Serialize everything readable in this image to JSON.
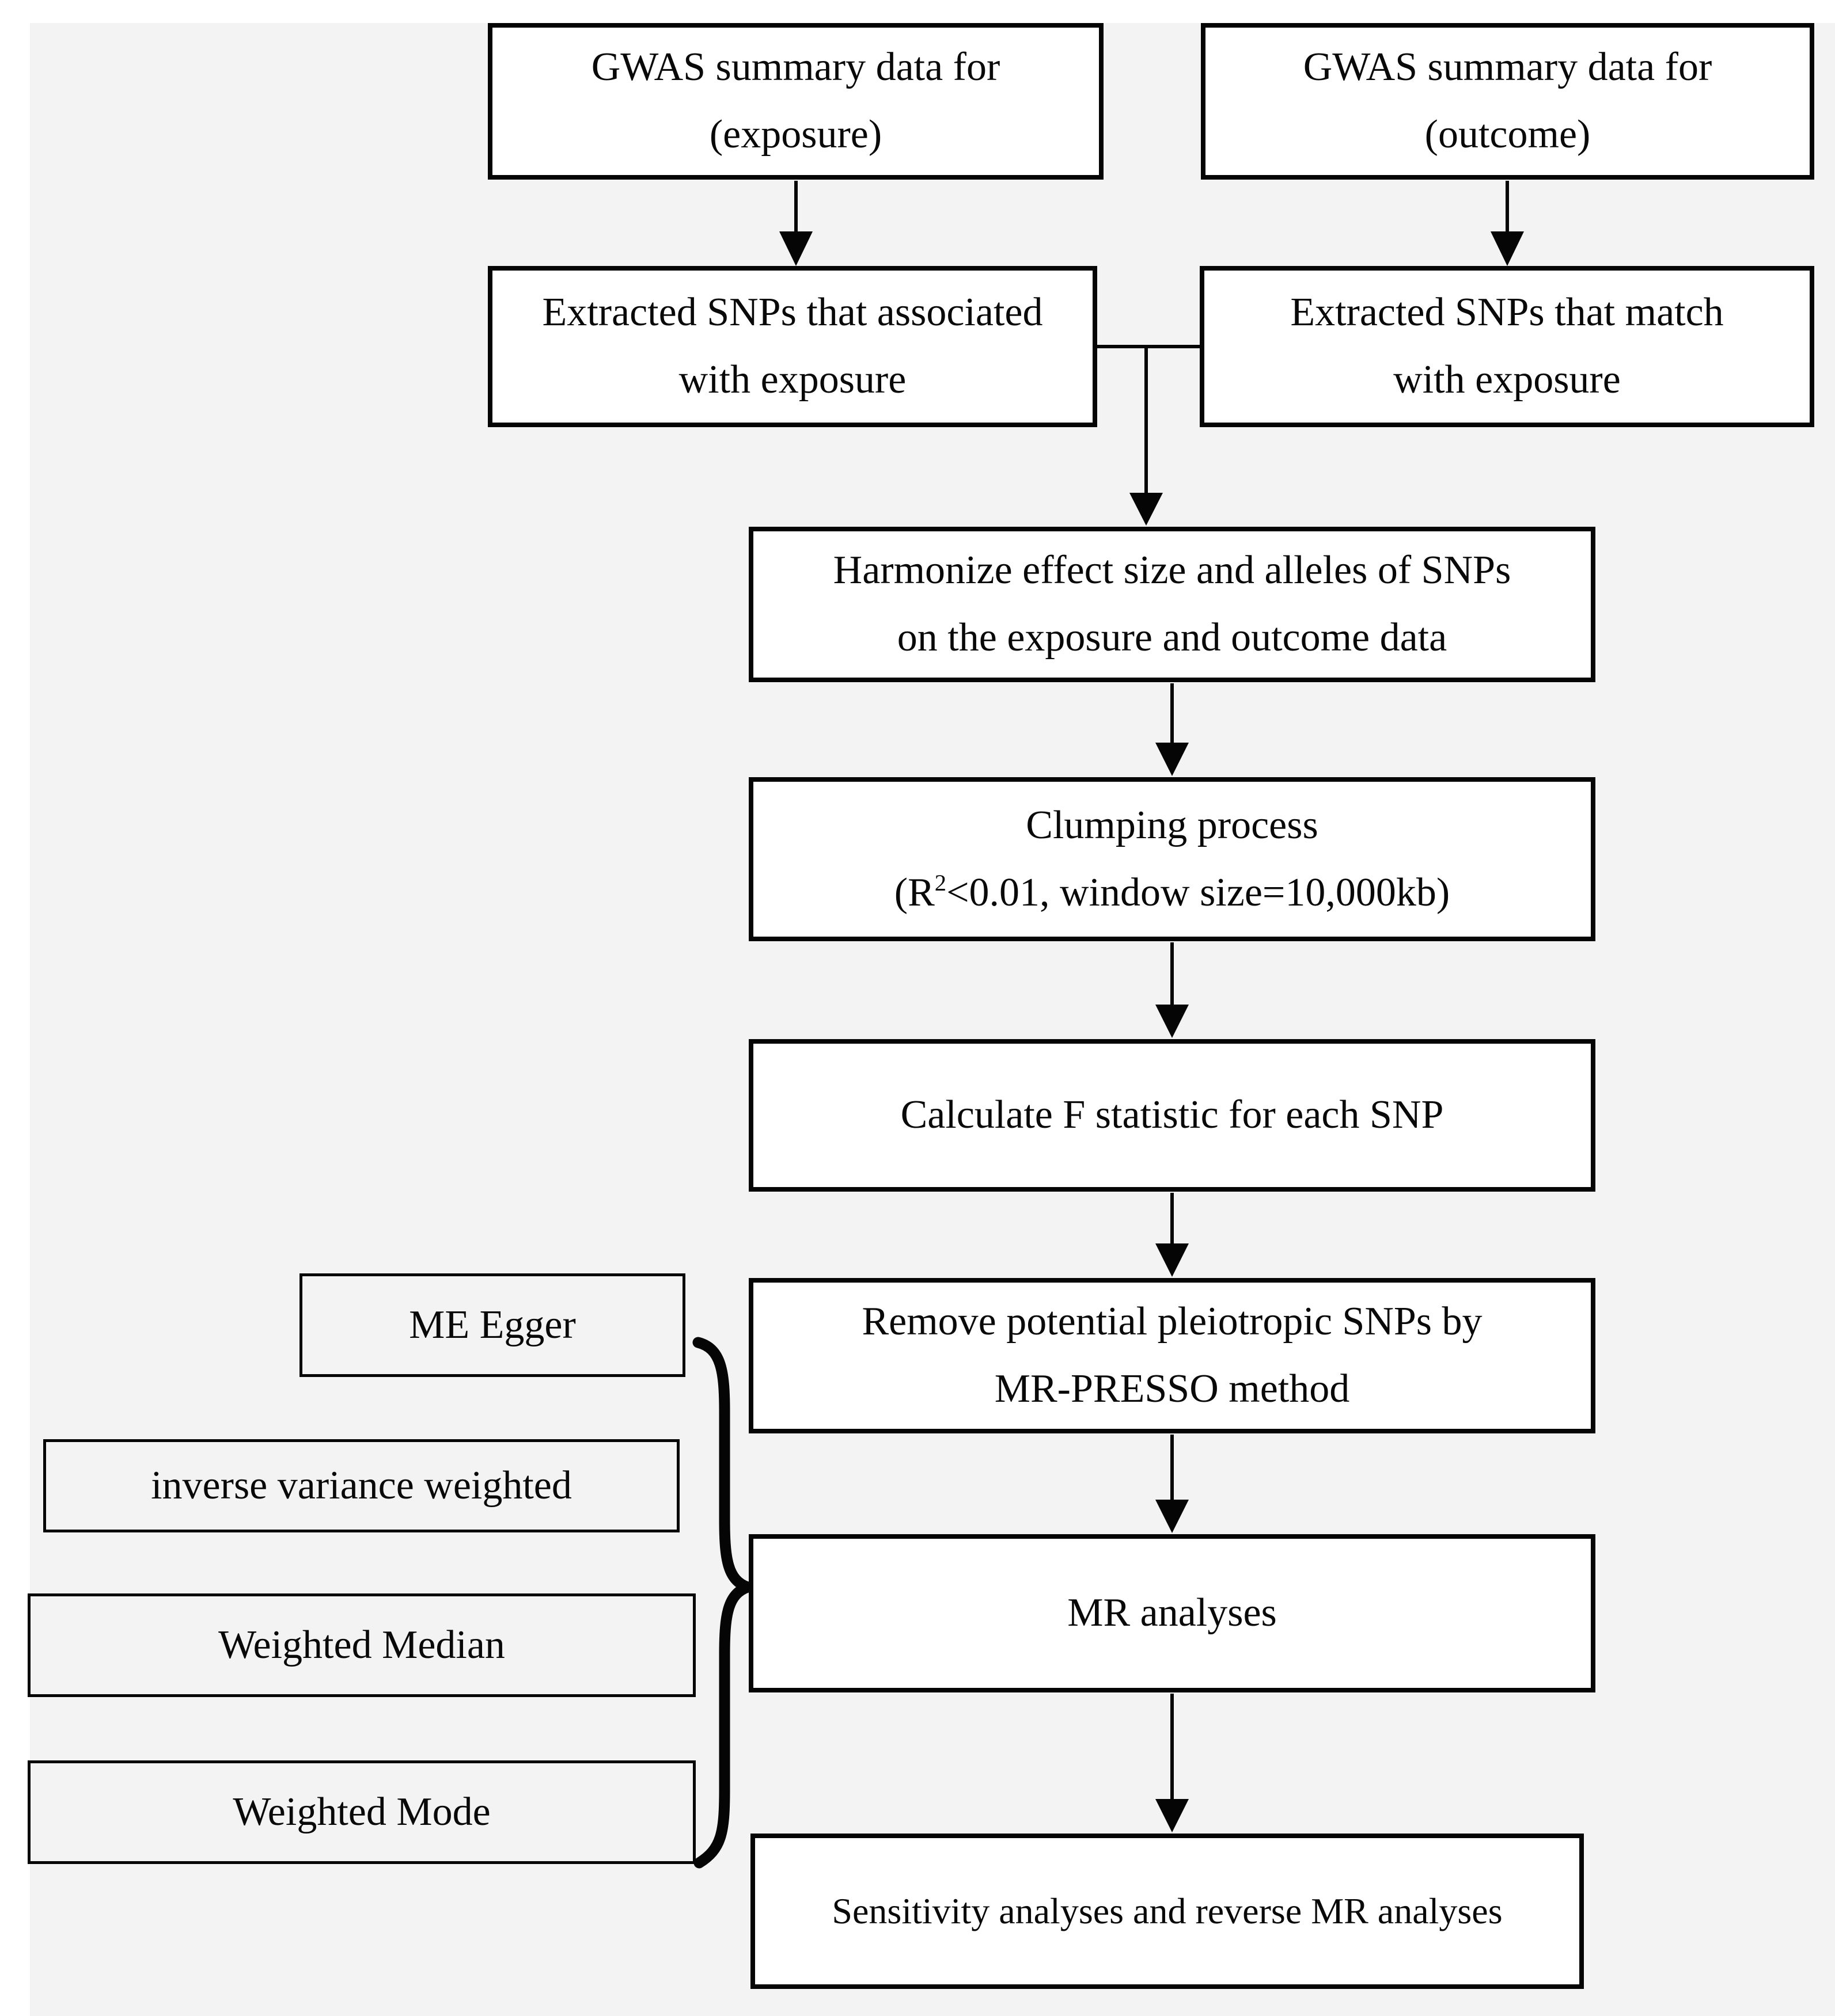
{
  "figure": {
    "description": "Mendelian randomization study design flowchart",
    "colors": {
      "page_background": "#ffffff",
      "panel_background": "#f3f3f3",
      "box_fill": "#ffffff",
      "line_color": "#050505",
      "text_color": "#090909"
    }
  },
  "boxes": {
    "gwas_exposure": {
      "line1": "GWAS summary data for",
      "line2": "(exposure)"
    },
    "gwas_outcome": {
      "line1": "GWAS summary data for",
      "line2": "(outcome)"
    },
    "extracted_exposure": {
      "line1": "Extracted SNPs that associated",
      "line2": "with exposure"
    },
    "extracted_outcome": {
      "line1": "Extracted SNPs that match",
      "line2": "with exposure"
    },
    "harmonize": {
      "line1": "Harmonize effect size and alleles of SNPs",
      "line2": "on the exposure and outcome data"
    },
    "clumping": {
      "line1": "Clumping process",
      "line2_pre": "(R",
      "line2_sup": "2",
      "line2_post": "<0.01, window size=10,000kb)"
    },
    "f_statistic": {
      "line1": "Calculate F statistic for each SNP"
    },
    "mr_presso": {
      "line1": "Remove potential pleiotropic SNPs by",
      "line2": "MR-PRESSO method"
    },
    "mr_analyses": {
      "line1": "MR analyses"
    },
    "sensitivity": {
      "line1": "Sensitivity analyses and reverse MR analyses"
    }
  },
  "methods": {
    "items": [
      {
        "label": "ME Egger"
      },
      {
        "label": "inverse variance weighted"
      },
      {
        "label": "Weighted Median"
      },
      {
        "label": "Weighted Mode"
      }
    ]
  }
}
